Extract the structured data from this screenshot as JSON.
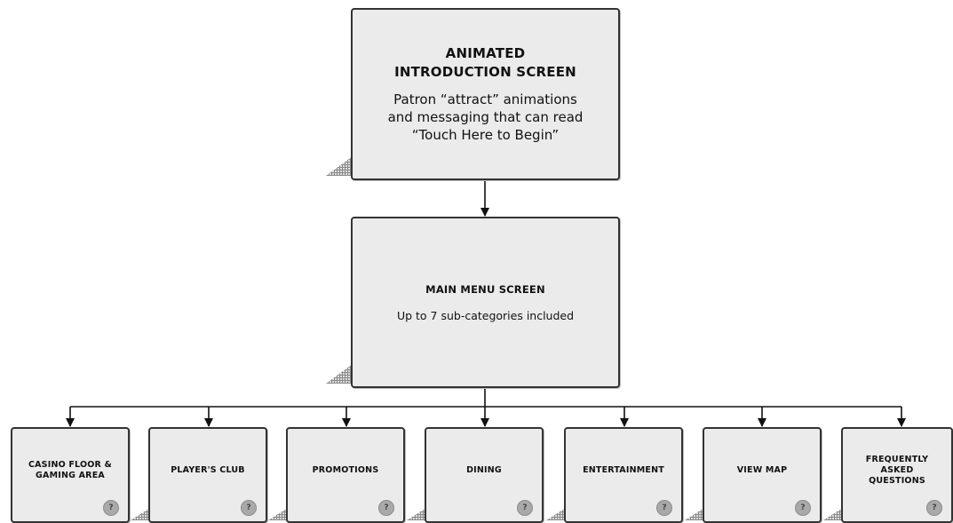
{
  "intro_screen": {
    "title": "ANIMATED\nINTRODUCTION SCREEN",
    "description": "Patron “attract” animations\nand messaging that can read\n“Touch Here to Begin”"
  },
  "main_menu": {
    "title": "MAIN MENU SCREEN",
    "description": "Up to 7 sub-categories included"
  },
  "subcategories": [
    {
      "label": "CASINO FLOOR &\nGAMING AREA"
    },
    {
      "label": "PLAYER'S CLUB"
    },
    {
      "label": "PROMOTIONS"
    },
    {
      "label": "DINING"
    },
    {
      "label": "ENTERTAINMENT"
    },
    {
      "label": "VIEW MAP"
    },
    {
      "label": "FREQUENTLY\nASKED\nQUESTIONS"
    }
  ],
  "icons": {
    "page_corner": "hatched-page-corner-icon",
    "help": "help-circle-icon"
  },
  "colors": {
    "box_fill": "#ebebeb",
    "box_border": "#333333",
    "connector": "#111111",
    "help_badge": "#a9a9a9"
  }
}
